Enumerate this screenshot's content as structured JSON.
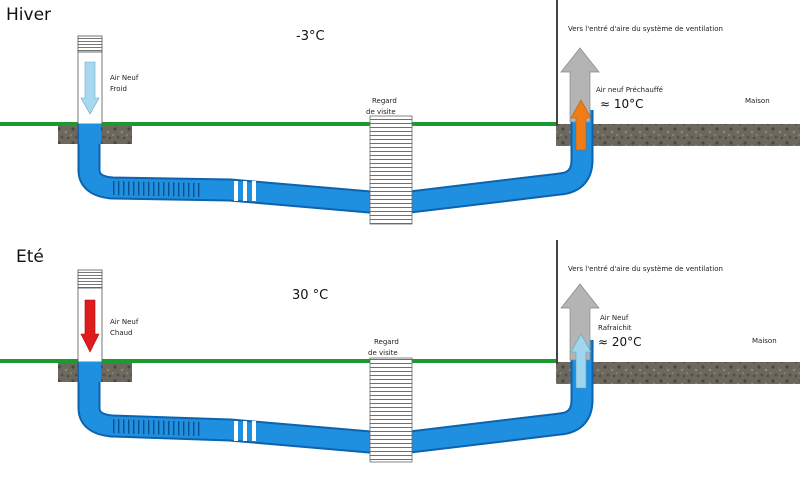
{
  "winter": {
    "season": "Hiver",
    "outdoor_temp": "-3°C",
    "intake_label_line1": "Air Neuf",
    "intake_label_line2": "Froid",
    "manhole_line1": "Regard",
    "manhole_line2": "de visite",
    "ventilation_label": "Vers l'entré d'aire du système de ventilation",
    "outlet_label": "Air neuf Préchauffé",
    "outlet_temp": "≈ 10°C",
    "house_label": "Maison",
    "intake_arrow_color": "#a8d8ee",
    "outlet_arrow_color": "#f07d18"
  },
  "summer": {
    "season": "Eté",
    "outdoor_temp": "30 °C",
    "intake_label_line1": "Air Neuf",
    "intake_label_line2": "Chaud",
    "manhole_line1": "Regard",
    "manhole_line2": "de visite",
    "ventilation_label": "Vers l'entré d'aire du système de ventilation",
    "outlet_label_line1": "Air Neuf",
    "outlet_label_line2": "Rafraichit",
    "outlet_temp": "≈ 20°C",
    "house_label": "Maison",
    "intake_arrow_color": "#e01b1b",
    "outlet_arrow_color": "#9fd6ee"
  },
  "colors": {
    "pipe": "#1f8fe0",
    "pipe_edge": "#0d63ad",
    "ground_line": "#1d9a2f",
    "soil": "#6f6a60",
    "vent_arrow": "#b4b4b4"
  }
}
